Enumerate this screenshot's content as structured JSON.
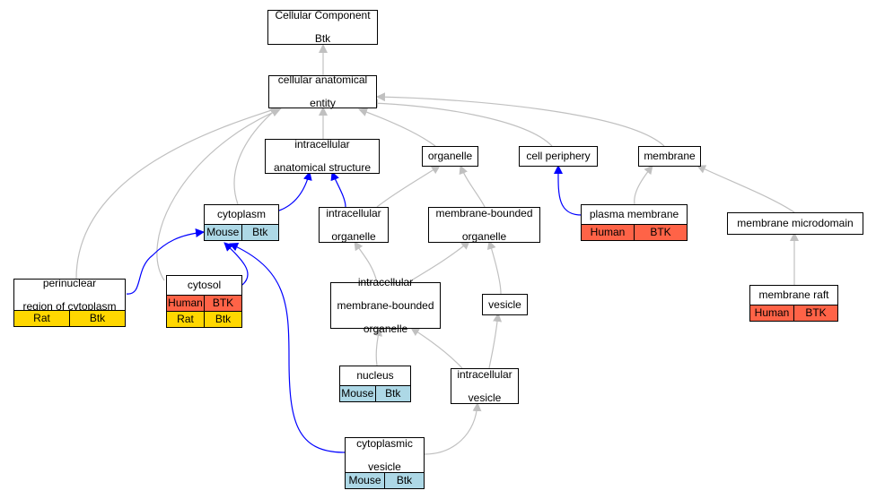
{
  "colors": {
    "edge_is_a": "#c0c0c0",
    "edge_part_of": "#0000ff",
    "Human": "#ff6347",
    "Mouse": "#add8e6",
    "Rat": "#ffd700"
  },
  "nodes": {
    "root": {
      "label": "Cellular Component\nBtk"
    },
    "cae": {
      "label": "cellular anatomical\nentity"
    },
    "ias": {
      "label": "intracellular\nanatomical structure"
    },
    "organelle": {
      "label": "organelle"
    },
    "cellper": {
      "label": "cell periphery"
    },
    "membrane": {
      "label": "membrane"
    },
    "cytoplasm": {
      "label": "cytoplasm",
      "annotations": [
        [
          "Mouse",
          "Btk"
        ]
      ]
    },
    "intraorg": {
      "label": "intracellular\norganelle"
    },
    "mbo": {
      "label": "membrane-bounded\norganelle"
    },
    "plasmamem": {
      "label": "plasma membrane",
      "annotations": [
        [
          "Human",
          "BTK"
        ]
      ]
    },
    "mmd": {
      "label": "membrane microdomain"
    },
    "perinuc": {
      "label": "perinuclear\nregion of cytoplasm",
      "annotations": [
        [
          "Rat",
          "Btk"
        ]
      ]
    },
    "cytosol": {
      "label": "cytosol",
      "annotations": [
        [
          "Human",
          "BTK"
        ],
        [
          "Rat",
          "Btk"
        ]
      ]
    },
    "imbo": {
      "label": "intracellular\nmembrane-bounded\norganelle"
    },
    "vesicle": {
      "label": "vesicle"
    },
    "raft": {
      "label": "membrane raft",
      "annotations": [
        [
          "Human",
          "BTK"
        ]
      ]
    },
    "nucleus": {
      "label": "nucleus",
      "annotations": [
        [
          "Mouse",
          "Btk"
        ]
      ]
    },
    "ivesicle": {
      "label": "intracellular\nvesicle"
    },
    "cytovesicle": {
      "label": "cytoplasmic\nvesicle",
      "annotations": [
        [
          "Mouse",
          "Btk"
        ]
      ]
    }
  },
  "edges": [
    {
      "from": "cae",
      "to": "root",
      "type": "is_a"
    },
    {
      "from": "ias",
      "to": "cae",
      "type": "is_a"
    },
    {
      "from": "organelle",
      "to": "cae",
      "type": "is_a"
    },
    {
      "from": "cellper",
      "to": "cae",
      "type": "is_a"
    },
    {
      "from": "membrane",
      "to": "cae",
      "type": "is_a"
    },
    {
      "from": "perinuc",
      "to": "cae",
      "type": "is_a"
    },
    {
      "from": "cytoplasm",
      "to": "cae",
      "type": "is_a"
    },
    {
      "from": "cytosol",
      "to": "cae",
      "type": "is_a"
    },
    {
      "from": "cytoplasm",
      "to": "ias",
      "type": "part_of"
    },
    {
      "from": "intraorg",
      "to": "ias",
      "type": "part_of"
    },
    {
      "from": "intraorg",
      "to": "organelle",
      "type": "is_a"
    },
    {
      "from": "mbo",
      "to": "organelle",
      "type": "is_a"
    },
    {
      "from": "plasmamem",
      "to": "cellper",
      "type": "part_of"
    },
    {
      "from": "plasmamem",
      "to": "membrane",
      "type": "is_a"
    },
    {
      "from": "mmd",
      "to": "membrane",
      "type": "is_a"
    },
    {
      "from": "perinuc",
      "to": "cytoplasm",
      "type": "part_of"
    },
    {
      "from": "cytosol",
      "to": "cytoplasm",
      "type": "part_of"
    },
    {
      "from": "cytovesicle",
      "to": "cytoplasm",
      "type": "part_of"
    },
    {
      "from": "imbo",
      "to": "intraorg",
      "type": "is_a"
    },
    {
      "from": "imbo",
      "to": "mbo",
      "type": "is_a"
    },
    {
      "from": "vesicle",
      "to": "mbo",
      "type": "is_a"
    },
    {
      "from": "raft",
      "to": "mmd",
      "type": "is_a"
    },
    {
      "from": "nucleus",
      "to": "imbo",
      "type": "is_a"
    },
    {
      "from": "ivesicle",
      "to": "imbo",
      "type": "is_a"
    },
    {
      "from": "ivesicle",
      "to": "vesicle",
      "type": "is_a"
    },
    {
      "from": "cytovesicle",
      "to": "ivesicle",
      "type": "is_a"
    }
  ]
}
